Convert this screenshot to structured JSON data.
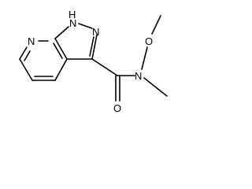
{
  "molecule": {
    "atoms": {
      "nh": "H",
      "n_pyrazole_top": "N",
      "n_pyrazole_right": "N",
      "n_pyridine": "N",
      "o_methoxy": "O",
      "o_carbonyl": "O",
      "n_amide": "N"
    },
    "color": "#000000"
  }
}
